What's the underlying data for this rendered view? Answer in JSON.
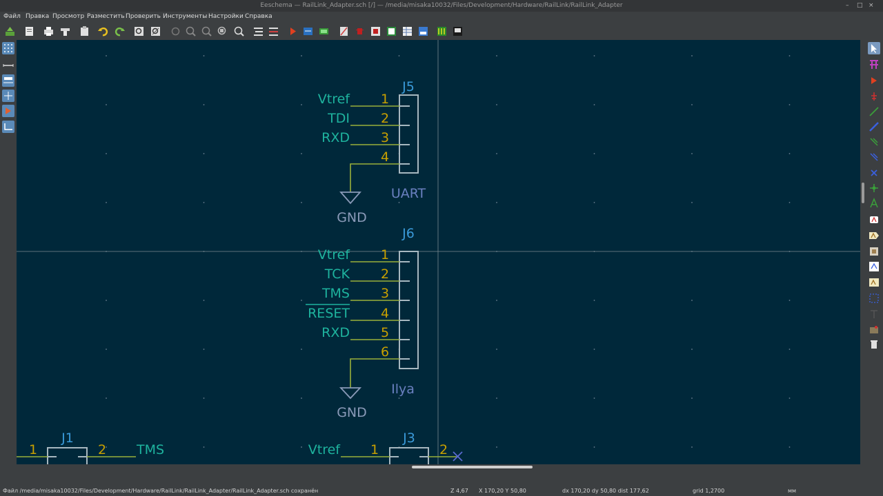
{
  "window": {
    "title": "Eeschema — RailLink_Adapter.sch [/] — /media/misaka10032/Files/Development/Hardware/RailLink/RailLink_Adapter",
    "controls": [
      "–",
      "□",
      "×"
    ]
  },
  "menu": [
    "Файл",
    "Правка",
    "Просмотр",
    "Разместить",
    "Проверить",
    "Инструменты",
    "Настройки",
    "Справка"
  ],
  "colors": {
    "canvas_bg": "#00283a",
    "pin_number": "#c8a000",
    "pin_name": "#1eb39e",
    "wire": "#9ab03a",
    "component_body": "#a8b8c0",
    "reference": "#3a9ad9",
    "value": "#6a80c0",
    "power": "#8a9ab8",
    "no_connect": "#5a6ad0",
    "cursor": "#a0a0a0"
  },
  "schematic": {
    "j5": {
      "reference": "J5",
      "value": "UART",
      "pins": [
        {
          "num": "1",
          "name": "Vtref"
        },
        {
          "num": "2",
          "name": "TDI"
        },
        {
          "num": "3",
          "name": "RXD"
        },
        {
          "num": "4",
          "name": ""
        }
      ],
      "ground": "GND"
    },
    "j6": {
      "reference": "J6",
      "value": "Ilya",
      "pins": [
        {
          "num": "1",
          "name": "Vtref"
        },
        {
          "num": "2",
          "name": "TCK"
        },
        {
          "num": "3",
          "name": "TMS"
        },
        {
          "num": "4",
          "name": "RESET"
        },
        {
          "num": "5",
          "name": "RXD"
        },
        {
          "num": "6",
          "name": ""
        }
      ],
      "ground": "GND"
    },
    "j1": {
      "reference": "J1",
      "pins": [
        {
          "num": "1"
        },
        {
          "num": "2"
        }
      ],
      "label": "TMS"
    },
    "j3": {
      "reference": "J3",
      "pins": [
        {
          "num": "1",
          "name": "Vtref"
        },
        {
          "num": "2"
        }
      ]
    }
  },
  "status": {
    "message": "Файл /media/misaka10032/Files/Development/Hardware/RailLink/RailLink_Adapter/RailLink_Adapter.sch сохранён",
    "zoom": "Z 4,67",
    "position": "X 170,20  Y 50,80",
    "delta": "dx 170,20  dy 50,80  dist 177,62",
    "grid": "grid 1,2700",
    "units": "мм"
  }
}
